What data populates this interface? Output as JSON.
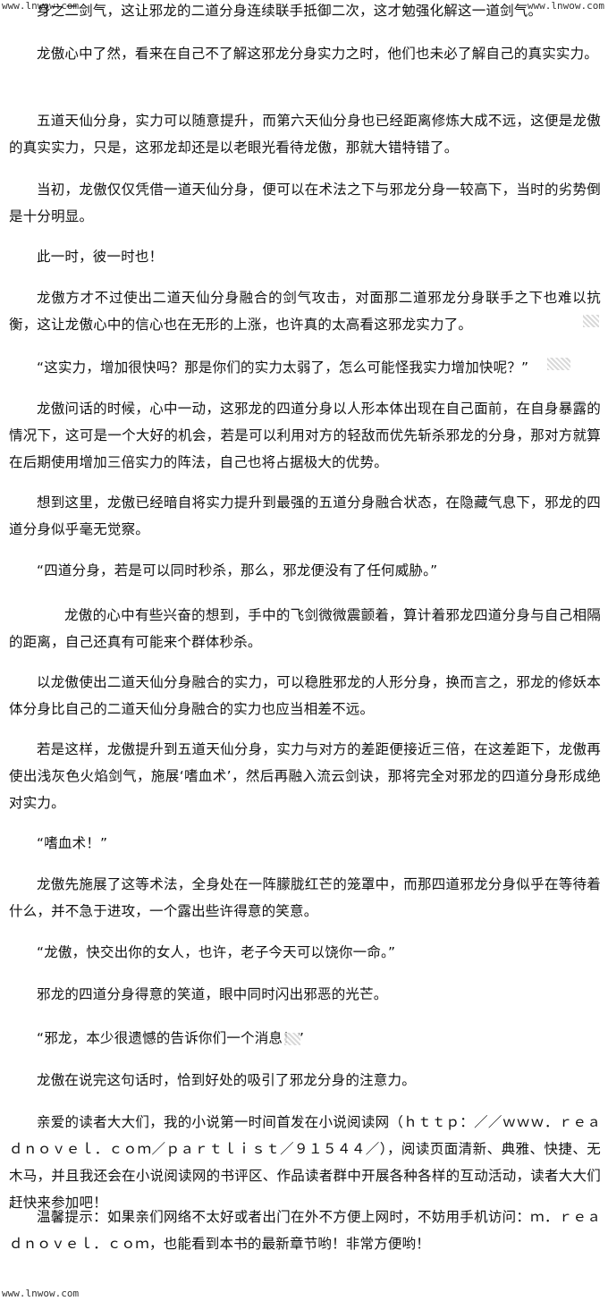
{
  "watermarks": {
    "top_left": "www.lnwow.com",
    "top_right": "www.lnwow.com",
    "bottom_left": "www.lnwow.com"
  },
  "paragraphs": [
    "身之二剑气，这让邪龙的二道分身连续联手抵御二次，这才勉强化解这一道剑气。",
    "龙傲心中了然，看来在自己不了解这邪龙分身实力之时，他们也未必了解自己的真实实力。",
    "五道天仙分身，实力可以随意提升，而第六天仙分身也已经距离修炼大成不远，这便是龙傲的真实实力，只是，这邪龙却还是以老眼光看待龙傲，那就大错特错了。",
    "当初，龙傲仅仅凭借一道天仙分身，便可以在术法之下与邪龙分身一较高下，当时的劣势倒是十分明显。",
    "此一时，彼一时也！",
    "龙傲方才不过使出二道天仙分身融合的剑气攻击，对面那二道邪龙分身联手之下也难以抗衡，这让龙傲心中的信心也在无形的上涨，也许真的太高看这邪龙实力了。",
    "“这实力，增加很快吗？那是你们的实力太弱了，怎么可能怪我实力增加快呢？”",
    "龙傲问话的时候，心中一动，这邪龙的四道分身以人形本体出现在自己面前，在自身暴露的情况下，这可是一个大好的机会，若是可以利用对方的轻敌而优先斩杀邪龙的分身，那对方就算在后期使用增加三倍实力的阵法，自己也将占据极大的优势。",
    "想到这里，龙傲已经暗自将实力提升到最强的五道分身融合状态，在隐藏气息下，邪龙的四道分身似乎毫无觉察。",
    "“四道分身，若是可以同时秒杀，那么，邪龙便没有了任何威胁。”",
    "龙傲的心中有些兴奋的想到，手中的飞剑微微震颤着，算计着邪龙四道分身与自己相隔的距离，自己还真有可能来个群体秒杀。",
    "以龙傲使出二道天仙分身融合的实力，可以稳胜邪龙的人形分身，换而言之，邪龙的修妖本体分身比自己的二道天仙分身融合的实力也应当相差不远。",
    "若是这样，龙傲提升到五道天仙分身，实力与对方的差距便接近三倍，在这差距下，龙傲再使出浅灰色火焰剑气，施展‘嗜血术’，然后再融入流云剑诀，那将完全对邪龙的四道分身形成绝对实力。",
    "“嗜血术！”",
    "龙傲先施展了这等术法，全身处在一阵朦胧红芒的笼罩中，而那四道邪龙分身似乎在等待着什么，并不急于进攻，一个露出些许得意的笑意。",
    "“龙傲，快交出你的女人，也许，老子今天可以饶你一命。”",
    "邪龙的四道分身得意的笑道，眼中同时闪出邪恶的光芒。",
    "“邪龙，本少很遗憾的告诉你们一个消息！”",
    "龙傲在说完这句话时，恰到好处的吸引了邪龙分身的注意力。",
    "亲爱的读者大大们，我的小说第一时间首发在小说阅读网（ｈｔｔｐ：／／ｗｗｗ．ｒｅａｄｎｏｖｅｌ．ｃｏｍ／ｐａｒｔｌｉｓｔ／９１５４４／），阅读页面清新、典雅、快捷、无木马，并且我还会在小说阅读网的书评区、作品读者群中开展各种各样的互动活动，读者大大们赶快来参加吧！",
    "温馨提示：如果亲们网络不太好或者出门在外不方便上网时，不妨用手机访问：ｍ．ｒｅａｄｎｏｖｅｌ．ｃｏｍ，也能看到本书的最新章节哟！非常方便哟！"
  ]
}
